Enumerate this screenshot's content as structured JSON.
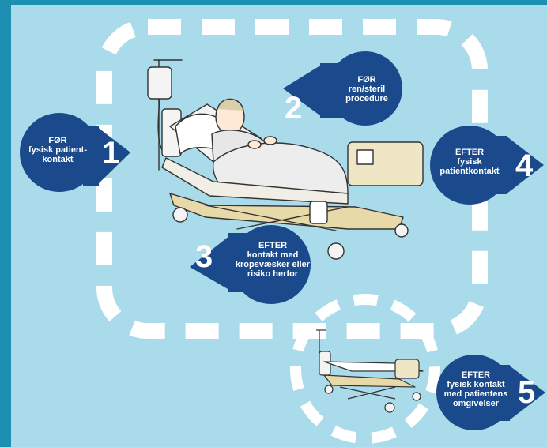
{
  "moments": [
    {
      "number": "1",
      "lines": [
        "FØR",
        "fysisk patient-",
        "kontakt"
      ]
    },
    {
      "number": "2",
      "lines": [
        "FØR",
        "ren/steril",
        "procedure"
      ]
    },
    {
      "number": "3",
      "lines": [
        "EFTER",
        "kontakt med",
        "kropsvæsker eller",
        "risiko herfor"
      ]
    },
    {
      "number": "4",
      "lines": [
        "EFTER",
        "fysisk",
        "patientkontakt"
      ]
    },
    {
      "number": "5",
      "lines": [
        "EFTER",
        "fysisk kontakt",
        "med patientens",
        "omgivelser"
      ]
    }
  ],
  "colors": {
    "background": "#a9dbea",
    "moment_fill": "#1a4a8c",
    "dash": "#ffffff",
    "accent_bar": "#1d8fb3"
  }
}
